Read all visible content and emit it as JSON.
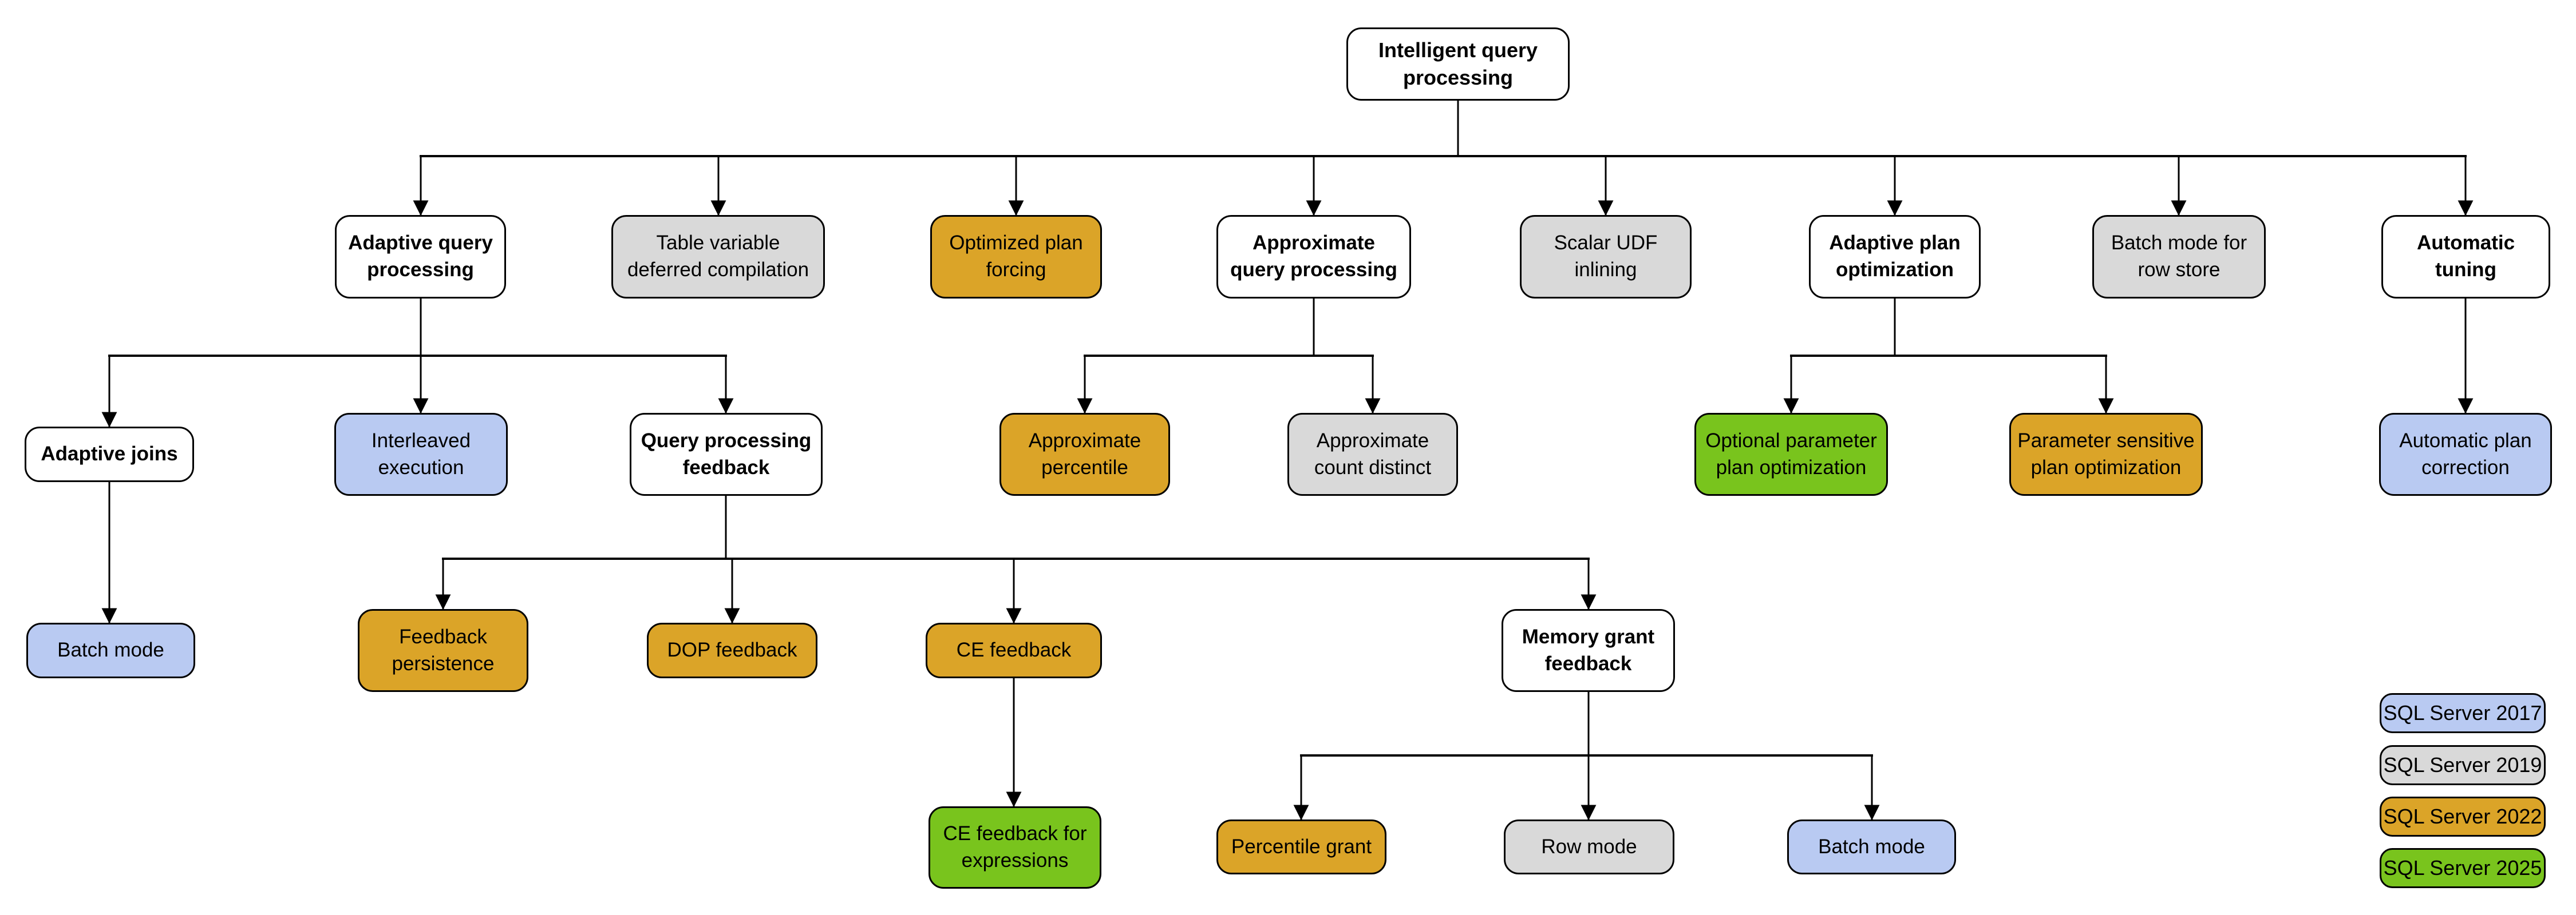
{
  "diagram_title": "Intelligent query processing",
  "colors": {
    "sql2017_blue": "#b9caf2",
    "sql2019_gray": "#d9d9d9",
    "sql2022_gold": "#dba428",
    "sql2025_green": "#79c41d",
    "base_white": "#ffffff",
    "line_black": "#000000"
  },
  "nodes": [
    {
      "id": "root",
      "label": "Intelligent query\nprocessing",
      "version": "base",
      "parent": null
    },
    {
      "id": "aqp",
      "label": "Adaptive query\nprocessing",
      "version": "base",
      "parent": "root"
    },
    {
      "id": "tvdc",
      "label": "Table variable\ndeferred compilation",
      "version": "sql2019",
      "parent": "root"
    },
    {
      "id": "opf",
      "label": "Optimized plan\nforcing",
      "version": "sql2022",
      "parent": "root"
    },
    {
      "id": "aqpr",
      "label": "Approximate\nquery processing",
      "version": "base",
      "parent": "root"
    },
    {
      "id": "sui",
      "label": "Scalar UDF\ninlining",
      "version": "sql2019",
      "parent": "root"
    },
    {
      "id": "apo",
      "label": "Adaptive plan\noptimization",
      "version": "base",
      "parent": "root"
    },
    {
      "id": "bmrs",
      "label": "Batch mode for\nrow store",
      "version": "sql2019",
      "parent": "root"
    },
    {
      "id": "at",
      "label": "Automatic\ntuning",
      "version": "base",
      "parent": "root"
    },
    {
      "id": "aj",
      "label": "Adaptive joins",
      "version": "base",
      "parent": "aqp"
    },
    {
      "id": "ie",
      "label": "Interleaved\nexecution",
      "version": "sql2017",
      "parent": "aqp"
    },
    {
      "id": "qpf",
      "label": "Query processing\nfeedback",
      "version": "base",
      "parent": "aqp"
    },
    {
      "id": "ap",
      "label": "Approximate\npercentile",
      "version": "sql2022",
      "parent": "aqpr"
    },
    {
      "id": "acd",
      "label": "Approximate\ncount distinct",
      "version": "sql2019",
      "parent": "aqpr"
    },
    {
      "id": "oppo",
      "label": "Optional parameter\nplan optimization",
      "version": "sql2025",
      "parent": "apo"
    },
    {
      "id": "pspo",
      "label": "Parameter sensitive\nplan optimization",
      "version": "sql2022",
      "parent": "apo"
    },
    {
      "id": "apc",
      "label": "Automatic plan\ncorrection",
      "version": "sql2017",
      "parent": "at"
    },
    {
      "id": "bm1",
      "label": "Batch mode",
      "version": "sql2017",
      "parent": "aj"
    },
    {
      "id": "fp",
      "label": "Feedback\npersistence",
      "version": "sql2022",
      "parent": "qpf"
    },
    {
      "id": "dop",
      "label": "DOP feedback",
      "version": "sql2022",
      "parent": "qpf"
    },
    {
      "id": "cef",
      "label": "CE feedback",
      "version": "sql2022",
      "parent": "qpf"
    },
    {
      "id": "mgf",
      "label": "Memory grant\nfeedback",
      "version": "base",
      "parent": "qpf"
    },
    {
      "id": "ceffe",
      "label": "CE feedback for\nexpressions",
      "version": "sql2025",
      "parent": "cef"
    },
    {
      "id": "pg",
      "label": "Percentile grant",
      "version": "sql2022",
      "parent": "mgf"
    },
    {
      "id": "rm",
      "label": "Row mode",
      "version": "sql2019",
      "parent": "mgf"
    },
    {
      "id": "bm2",
      "label": "Batch mode",
      "version": "sql2017",
      "parent": "mgf"
    }
  ],
  "legend": {
    "items": [
      {
        "label": "SQL Server 2017",
        "version": "sql2017",
        "color": "#b9caf2"
      },
      {
        "label": "SQL Server 2019",
        "version": "sql2019",
        "color": "#d9d9d9"
      },
      {
        "label": "SQL Server 2022",
        "version": "sql2022",
        "color": "#dba428"
      },
      {
        "label": "SQL Server 2025",
        "version": "sql2025",
        "color": "#79c41d"
      }
    ]
  }
}
